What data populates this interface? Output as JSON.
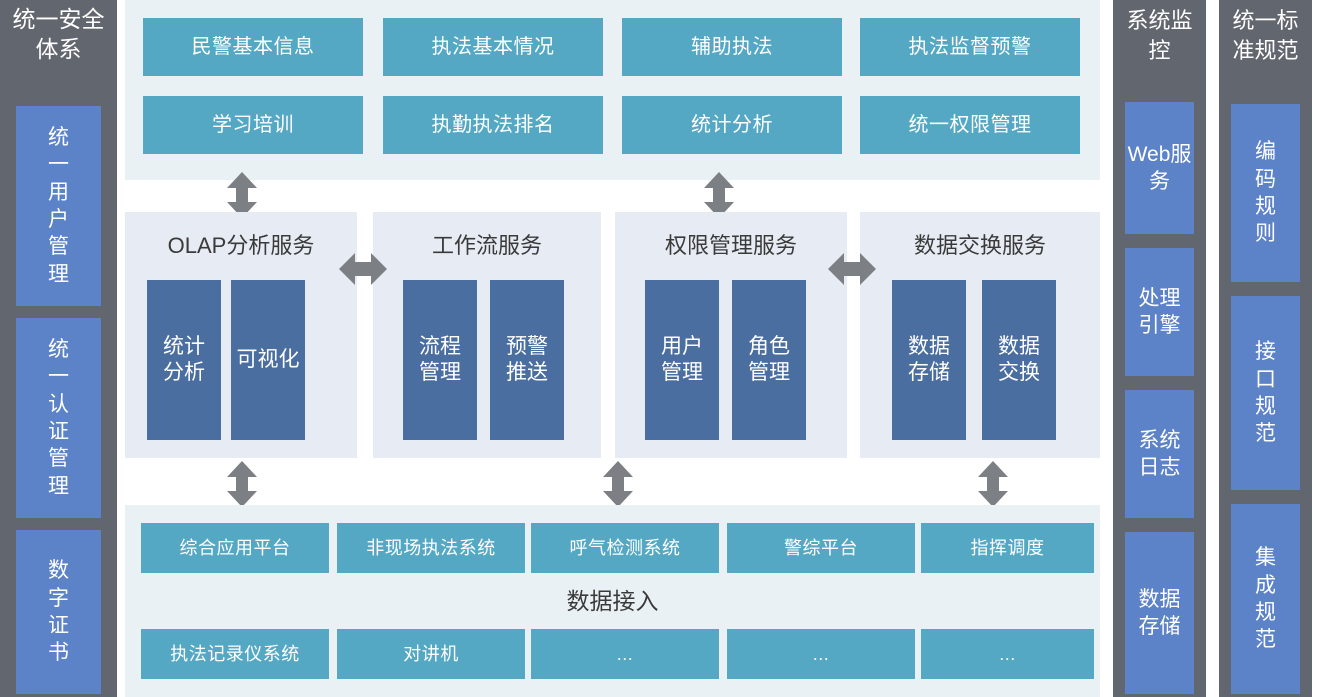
{
  "colors": {
    "teal": "#55A8C4",
    "navy": "#4B6EA0",
    "side_blue": "#5C82C8",
    "rail_gray": "#62666E",
    "panel_light_blue": "#EAF1F5",
    "panel_light_gray": "#E7ECF4",
    "arrow_gray": "#7C8085",
    "text_dark": "#3A3A3A",
    "text_white": "#FFFFFF"
  },
  "left_rail": {
    "title": "统一安全体系",
    "items": [
      {
        "label": "统一用户管理"
      },
      {
        "label": "统一认证管理"
      },
      {
        "label": "数字证书"
      }
    ]
  },
  "right_rails": [
    {
      "name": "system-monitor",
      "title": "系统监控",
      "items": [
        {
          "label": "Web服务"
        },
        {
          "label": "处理引擎"
        },
        {
          "label": "系统日志"
        },
        {
          "label": "数据存储"
        }
      ]
    },
    {
      "name": "unified-standard",
      "title": "统一标准规范",
      "items": [
        {
          "label": "编码规则"
        },
        {
          "label": "接口规范"
        },
        {
          "label": "集成规范"
        }
      ]
    }
  ],
  "application_layer": {
    "row1": [
      {
        "label": "民警基本信息"
      },
      {
        "label": "执法基本情况"
      },
      {
        "label": "辅助执法"
      },
      {
        "label": "执法监督预警"
      }
    ],
    "row2": [
      {
        "label": "学习培训"
      },
      {
        "label": "执勤执法排名"
      },
      {
        "label": "统计分析"
      },
      {
        "label": "统一权限管理"
      }
    ]
  },
  "service_layer": {
    "groups": [
      {
        "title": "OLAP分析服务",
        "items": [
          {
            "label": "统计分析"
          },
          {
            "label": "可视化"
          }
        ]
      },
      {
        "title": "工作流服务",
        "items": [
          {
            "label": "流程管理"
          },
          {
            "label": "预警推送"
          }
        ]
      },
      {
        "title": "权限管理服务",
        "items": [
          {
            "label": "用户管理"
          },
          {
            "label": "角色管理"
          }
        ]
      },
      {
        "title": "数据交换服务",
        "items": [
          {
            "label": "数据存储"
          },
          {
            "label": "数据交换"
          }
        ]
      }
    ]
  },
  "data_layer": {
    "label": "数据接入",
    "row1": [
      {
        "label": "综合应用平台"
      },
      {
        "label": "非现场执法系统"
      },
      {
        "label": "呼气检测系统"
      },
      {
        "label": "警综平台"
      },
      {
        "label": "指挥调度"
      }
    ],
    "row2": [
      {
        "label": "执法记录仪系统"
      },
      {
        "label": "对讲机"
      },
      {
        "label": "..."
      },
      {
        "label": "..."
      },
      {
        "label": "..."
      }
    ]
  },
  "arrows": {
    "vertical_top": [
      {
        "name": "arrow-app-to-olap"
      },
      {
        "name": "arrow-app-to-permission"
      }
    ],
    "vertical_bottom": [
      {
        "name": "arrow-olap-to-data"
      },
      {
        "name": "arrow-workflow-to-data"
      },
      {
        "name": "arrow-exchange-to-data"
      }
    ],
    "horizontal": [
      {
        "name": "arrow-olap-workflow"
      },
      {
        "name": "arrow-permission-exchange"
      }
    ]
  }
}
